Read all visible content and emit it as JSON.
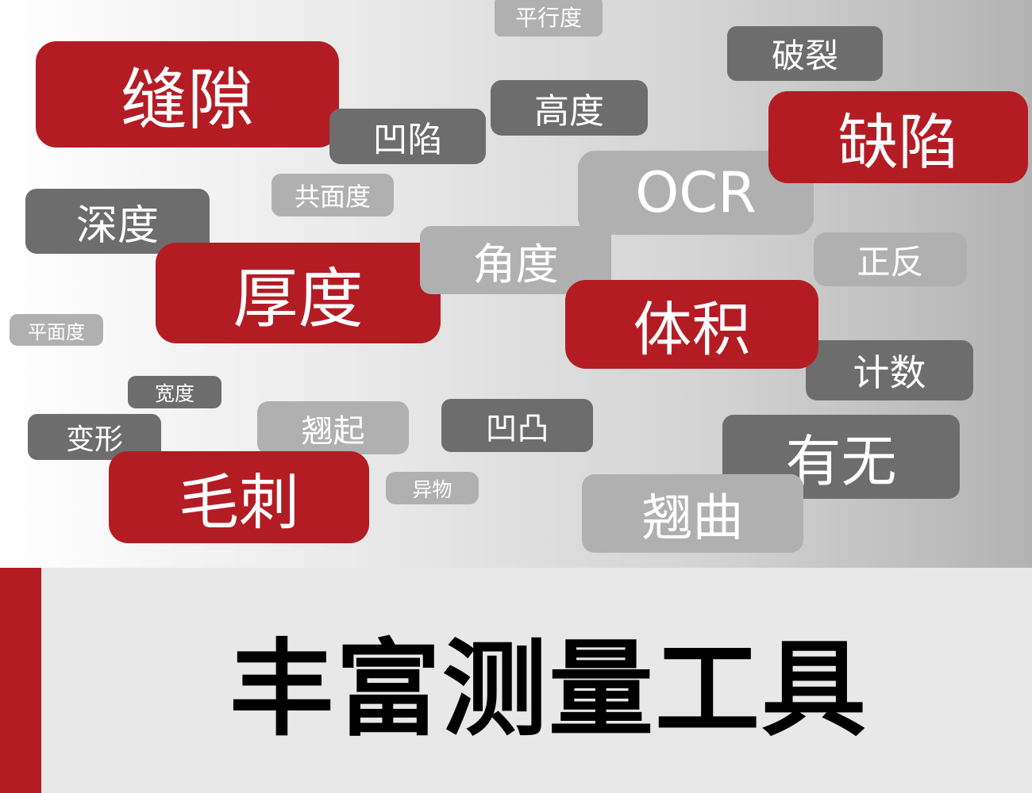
{
  "tags": [
    {
      "label": "平行度",
      "style": "light"
    },
    {
      "label": "破裂",
      "style": "dark"
    },
    {
      "label": "缝隙",
      "style": "red"
    },
    {
      "label": "凹陷",
      "style": "dark"
    },
    {
      "label": "高度",
      "style": "dark"
    },
    {
      "label": "OCR",
      "style": "light"
    },
    {
      "label": "缺陷",
      "style": "red"
    },
    {
      "label": "共面度",
      "style": "light"
    },
    {
      "label": "深度",
      "style": "dark"
    },
    {
      "label": "厚度",
      "style": "red"
    },
    {
      "label": "角度",
      "style": "light"
    },
    {
      "label": "正反",
      "style": "light"
    },
    {
      "label": "计数",
      "style": "dark"
    },
    {
      "label": "体积",
      "style": "red"
    },
    {
      "label": "平面度",
      "style": "light"
    },
    {
      "label": "宽度",
      "style": "dark"
    },
    {
      "label": "变形",
      "style": "dark"
    },
    {
      "label": "翘起",
      "style": "light"
    },
    {
      "label": "凹凸",
      "style": "dark"
    },
    {
      "label": "有无",
      "style": "dark"
    },
    {
      "label": "毛刺",
      "style": "red"
    },
    {
      "label": "异物",
      "style": "light"
    },
    {
      "label": "翘曲",
      "style": "light"
    }
  ],
  "colors": {
    "red": "#b41c24",
    "dark": "#6e6d6e",
    "light": "#b0b0b0"
  },
  "title": "丰富测量工具"
}
